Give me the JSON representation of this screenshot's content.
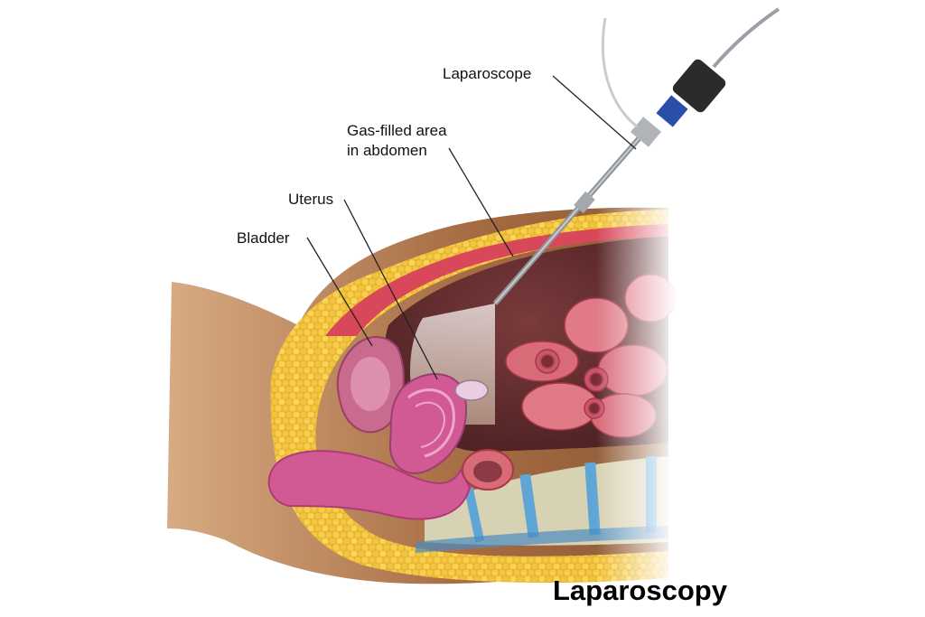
{
  "title": "Laparoscopy",
  "labels": {
    "laparoscope": "Laparoscope",
    "gas_line1": "Gas-filled area",
    "gas_line2": "in abdomen",
    "uterus": "Uterus",
    "bladder": "Bladder"
  },
  "colors": {
    "skin": "#b98357",
    "fat": "#f0c13a",
    "muscle": "#d9475a",
    "cavity": "#5e2b2c",
    "bowel": "#d96a78",
    "spine": "#d8d2b4",
    "disc": "#5fa6d6",
    "uterus": "#d15a95"
  }
}
